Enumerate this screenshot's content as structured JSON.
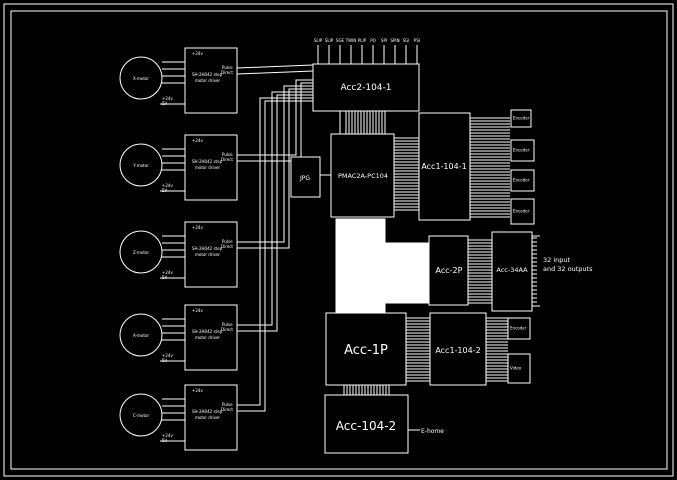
{
  "motors": [
    {
      "label": "X-motor",
      "driver_line1": "SH-2H042 step",
      "driver_line2": "motor driver",
      "v1": "+24v",
      "v2": "+24v",
      "v3": "5V",
      "pulse": "Pulse",
      "direct": "Direct"
    },
    {
      "label": "Y-motor",
      "driver_line1": "SH-2H042 step",
      "driver_line2": "motor driver",
      "v1": "+24v",
      "v2": "+24v",
      "v3": "5V",
      "pulse": "Pulse",
      "direct": "Direct"
    },
    {
      "label": "Z-motor",
      "driver_line1": "SH-2H042 step",
      "driver_line2": "motor driver",
      "v1": "+24v",
      "v2": "+24v",
      "v3": "5V",
      "pulse": "Pulse",
      "direct": "Direct"
    },
    {
      "label": "A-motor",
      "driver_line1": "SH-2H042 step",
      "driver_line2": "motor driver",
      "v1": "+24v",
      "v2": "+24v",
      "v3": "5V",
      "pulse": "Pulse",
      "direct": "Direct"
    },
    {
      "label": "C-motor",
      "driver_line1": "SH-2H042 step",
      "driver_line2": "motor driver",
      "v1": "+24v",
      "v2": "+24v",
      "v3": "5V",
      "pulse": "Pulse",
      "direct": "Direct"
    }
  ],
  "top_pins": [
    "SLIP",
    "SLIP",
    "SGE",
    "TWIN",
    "PLIP",
    "PO",
    "SPI",
    "SPIN",
    "SGI",
    "PSI"
  ],
  "blocks": {
    "acc2_104_1": "Acc2-104-1",
    "pmac": "PMAC2A-PC104",
    "jpg": "JPG",
    "acc1_104_1": "Acc1-104-1",
    "acc2p": "Acc-2P",
    "acc34aa": "Acc-34AA",
    "acc1p": "Acc-1P",
    "acc1_104_2": "Acc1-104-2",
    "acc104_2": "Acc-104-2"
  },
  "io_label_line1": "32 input",
  "io_label_line2": "and 32 outputs",
  "e_home": "E-home",
  "small_devices": [
    "Encoder",
    "Encoder",
    "Encoder",
    "Encoder"
  ],
  "small_devices_lower": [
    "Encoder",
    "Video"
  ]
}
